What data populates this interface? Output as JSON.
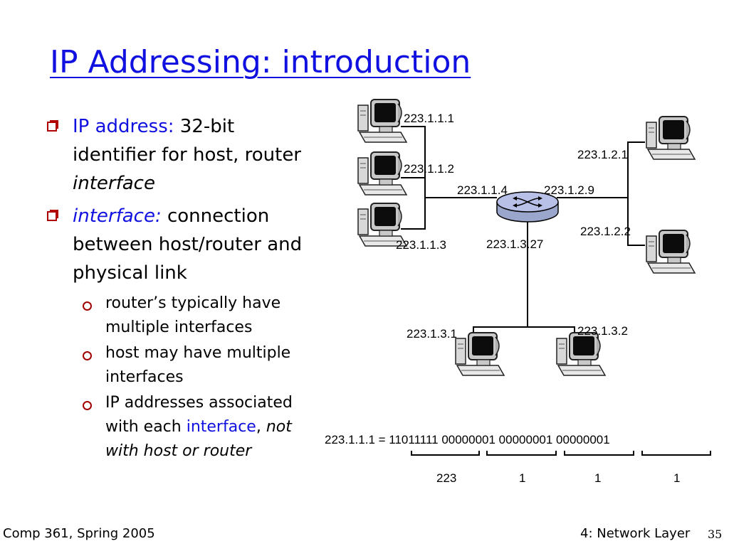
{
  "title": "IP Addressing: introduction",
  "bullets": [
    {
      "blue": "IP address:",
      "text": " 32-bit identifier for host, router ",
      "italic": "interface"
    },
    {
      "blue_italic": "interface:",
      "text": " connection between host/router and physical link"
    }
  ],
  "sub_bullets": [
    {
      "text": "router’s typically have multiple interfaces"
    },
    {
      "text": "host may have multiple interfaces"
    },
    {
      "text": "IP addresses associated with each ",
      "blue": "interface",
      "comma": ",",
      "italic": " not with host or router"
    }
  ],
  "diagram": {
    "addresses": {
      "h1": "223.1.1.1",
      "h2": "223.1.1.2",
      "h3": "223.1.1.3",
      "r1": "223.1.1.4",
      "r2": "223.1.2.9",
      "r3": "223.1.3.27",
      "h4": "223.1.2.1",
      "h5": "223.1.2.2",
      "h6": "223.1.3.1",
      "h7": "223.1.3.2"
    },
    "binary_line": "223.1.1.1 = 11011111 00000001 00000001 00000001",
    "octets": [
      "223",
      "1",
      "1",
      "1"
    ]
  },
  "footer": {
    "left": "Comp 361, Spring 2005",
    "right": "4: Network Layer",
    "page": "35"
  },
  "colors": {
    "title": "#1010e0",
    "bullet_marker": "#b00000",
    "highlight": "#1010e0"
  }
}
